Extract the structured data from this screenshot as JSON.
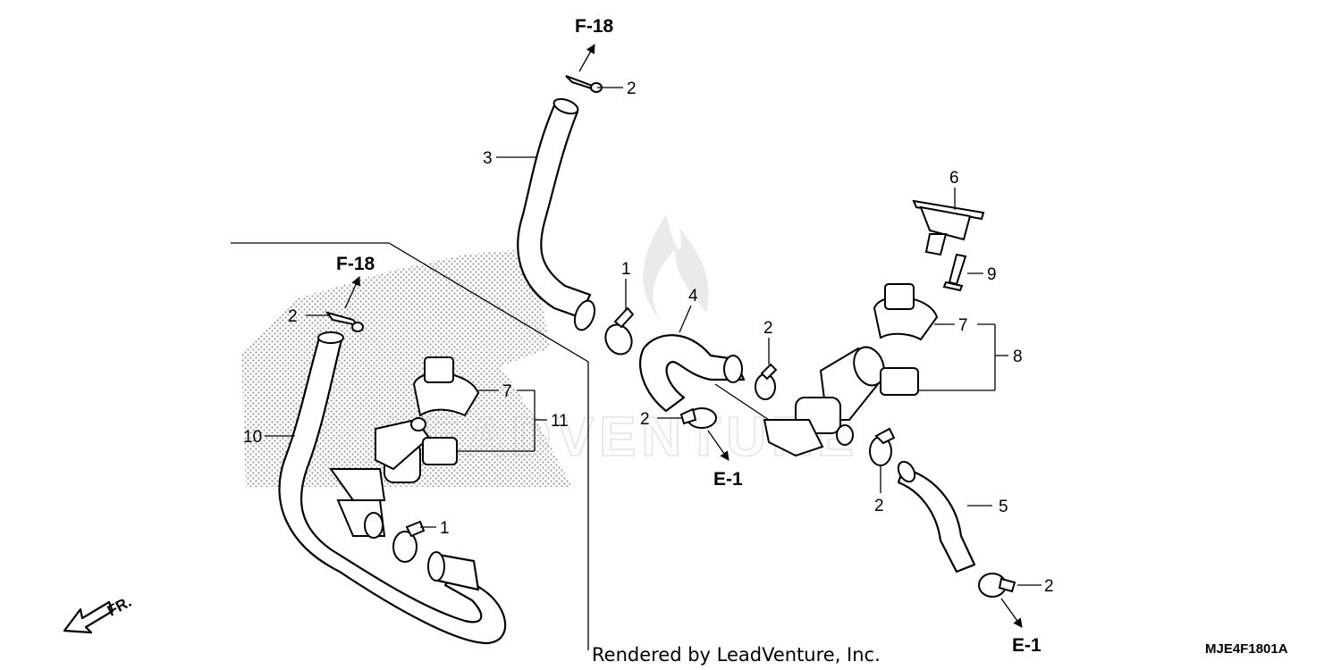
{
  "diagram": {
    "part_labels": [
      {
        "id": "lbl-2-top",
        "text": "2"
      },
      {
        "id": "lbl-3",
        "text": "3"
      },
      {
        "id": "lbl-1-mid",
        "text": "1"
      },
      {
        "id": "lbl-4",
        "text": "4"
      },
      {
        "id": "lbl-2-mid",
        "text": "2"
      },
      {
        "id": "lbl-2-left",
        "text": "2"
      },
      {
        "id": "lbl-2-under4",
        "text": "2"
      },
      {
        "id": "lbl-10",
        "text": "10"
      },
      {
        "id": "lbl-7-left",
        "text": "7"
      },
      {
        "id": "lbl-11",
        "text": "11"
      },
      {
        "id": "lbl-1-low",
        "text": "1"
      },
      {
        "id": "lbl-6",
        "text": "6"
      },
      {
        "id": "lbl-9",
        "text": "9"
      },
      {
        "id": "lbl-7-right",
        "text": "7"
      },
      {
        "id": "lbl-8",
        "text": "8"
      },
      {
        "id": "lbl-2-right",
        "text": "2"
      },
      {
        "id": "lbl-5",
        "text": "5"
      },
      {
        "id": "lbl-2-bottom",
        "text": "2"
      }
    ],
    "ref_labels": {
      "f18_top": "F-18",
      "f18_left": "F-18",
      "e1_mid": "E-1",
      "e1_bottom": "E-1"
    },
    "front_arrow_label": "FR.",
    "watermark_text": "LEADVENTURE",
    "footer_credit": "Rendered by LeadVenture, Inc.",
    "diagram_code": "MJE4F1801A"
  }
}
